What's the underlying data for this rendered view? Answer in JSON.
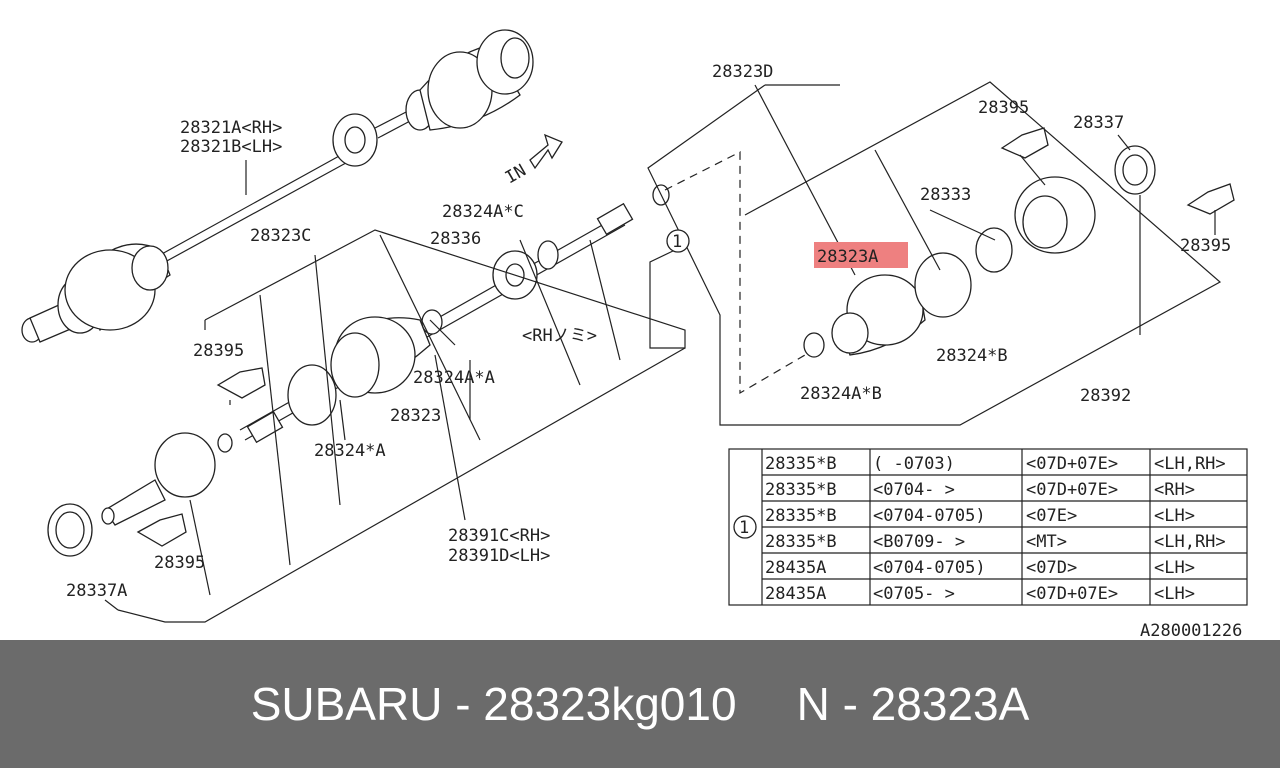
{
  "diagram": {
    "labels": {
      "p28321a": "28321A<RH>",
      "p28321b": "28321B<LH>",
      "p28323d": "28323D",
      "p28395_top": "28395",
      "p28337": "28337",
      "p28333": "28333",
      "p28323a": "28323A",
      "p28395_right": "28395",
      "p28324a_c": "28324A*C",
      "p28336": "28336",
      "p28323c": "28323C",
      "p28395_mid": "28395",
      "p28324a_a": "28324A*A",
      "p28323": "28323",
      "p28324_a": "28324*A",
      "p28324_b": "28324*B",
      "p28324a_b": "28324A*B",
      "p28392": "28392",
      "rh_note": "<RHノミ>",
      "p28391c": "28391C<RH>",
      "p28391d": "28391D<LH>",
      "p28395_low": "28395",
      "p28337a": "28337A",
      "in_arrow": "IN",
      "callout": "1",
      "ref_code": "A280001226"
    },
    "highlight_color": "#ee8080",
    "table": {
      "callout": "1",
      "rows": [
        [
          "28335*B",
          "(      -0703)",
          "<07D+07E>",
          "<LH,RH>"
        ],
        [
          "28335*B",
          "<0704-      >",
          "<07D+07E>",
          "<RH>"
        ],
        [
          "28335*B",
          "<0704-0705)",
          "<07E>",
          "<LH>"
        ],
        [
          "28335*B",
          "<B0709-     >",
          "<MT>",
          "<LH,RH>"
        ],
        [
          "28435A",
          "<0704-0705)",
          "<07D>",
          "<LH>"
        ],
        [
          "28435A",
          "<0705-      >",
          "<07D+07E>",
          "<LH>"
        ]
      ]
    }
  },
  "footer": {
    "brand_part": "SUBARU - 28323kg010",
    "ref_part": "N - 28323A"
  }
}
